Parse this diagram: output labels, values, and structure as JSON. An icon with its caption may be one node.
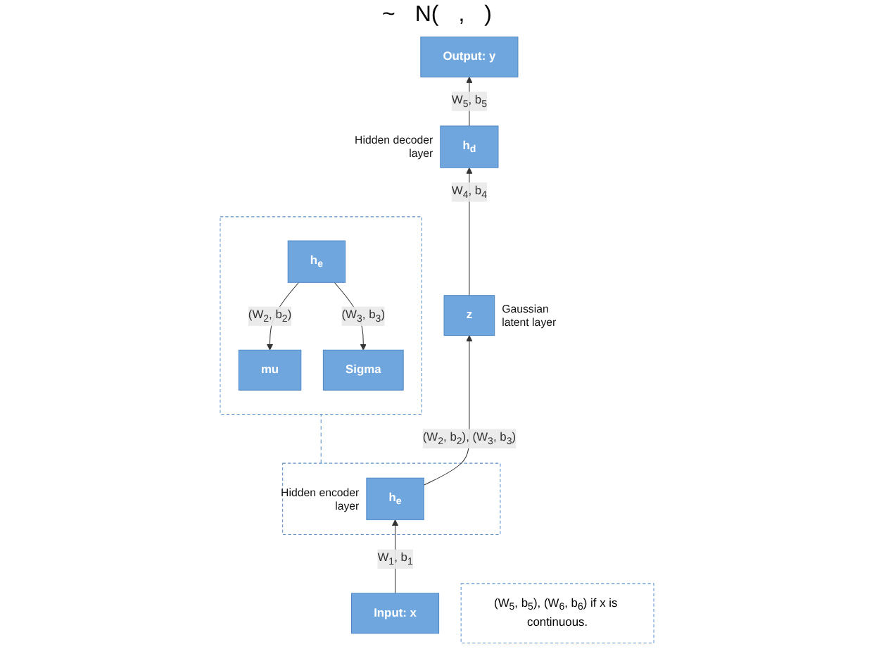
{
  "diagram": {
    "nodes": [
      {
        "text": [
          "Output: y"
        ]
      },
      {
        "text": [
          "h$_{d}$"
        ],
        "beside": [
          "Hidden decoder layer"
        ]
      },
      {
        "text": [
          "z"
        ],
        "beside": [
          "Gaussian latent layer"
        ]
      },
      {
        "text": [],
        "shape": "box"
      },
      {
        "text": [
          "h$_{e}$"
        ],
        "in": 3,
        "beside": [
          "Hidden encoder layer"
        ]
      },
      {
        "text": [
          "Input: x"
        ]
      },
      {
        "text": [
          "(W$_{5}$, b$_{5}$), (W$_{6}$, b$_{6}$) if x is continuous."
        ]
      },
      {
        "text": [],
        "shape": "box"
      },
      {
        "text": [
          "mu"
        ],
        "in": 7
      },
      {
        "text": [
          "Sigma"
        ],
        "in": 7
      },
      {
        "text": [
          "h$_{e}$"
        ],
        "in": 7
      }
    ],
    "edges": [
      {
        "from": 5,
        "to": 4,
        "arrow": "to",
        "label": "W$_{1}$, b$_{1}$"
      },
      {
        "from": 4,
        "to": 2,
        "arrow": "to",
        "label": "(W$_{2}$, b$_{2}$), (W$_{3}$, b$_{3}$)"
      },
      {
        "from": 2,
        "to": 1,
        "arrow": "to",
        "label": "W$_{4}$, b$_{4}$"
      },
      {
        "from": 1,
        "to": 0,
        "arrow": "to",
        "label": "W$_{5}$, b$_{5}$"
      },
      {
        "from": 3,
        "to": 7,
        "arrow": "none",
        "style": "dashed",
        "color": "#5b8fc9"
      },
      {
        "from": 10,
        "to": 8,
        "arrow": "to",
        "label": "(W$_{2}$, b$_{2}$)"
      },
      {
        "from": 10,
        "to": 9,
        "arrow": "to",
        "label": "(W$_{3}$, b$_{3}$)"
      }
    ],
    "labels": [
      "~",
      "N(",
      ",",
      ")"
    ]
  }
}
